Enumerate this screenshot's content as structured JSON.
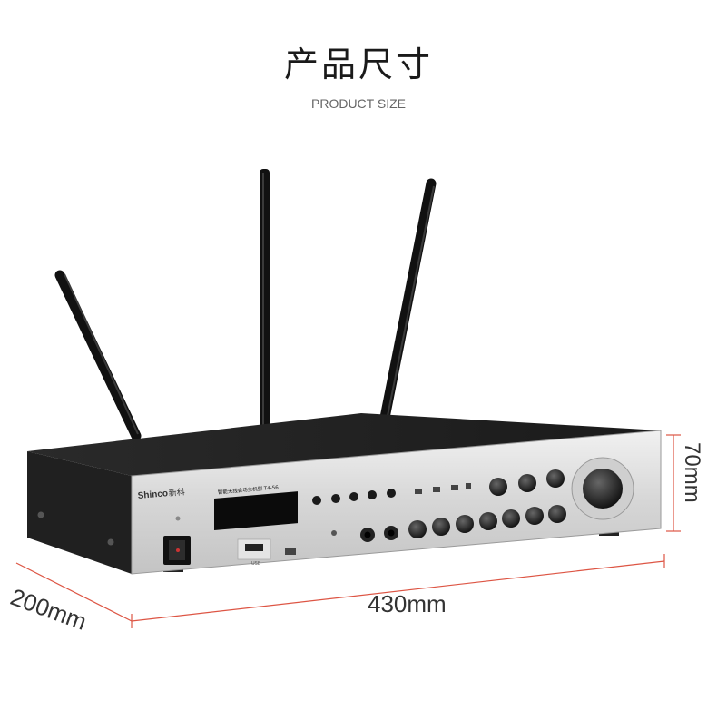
{
  "heading": {
    "title_cn": "产品尺寸",
    "title_en": "PRODUCT SIZE"
  },
  "product": {
    "brand": "Shinco",
    "brand_cn": "新科",
    "model_label": "智能无线会场主机型 T4-56",
    "usb_label": "USB"
  },
  "dimensions": {
    "width": "430mm",
    "depth": "200mm",
    "height": "70mm"
  }
}
